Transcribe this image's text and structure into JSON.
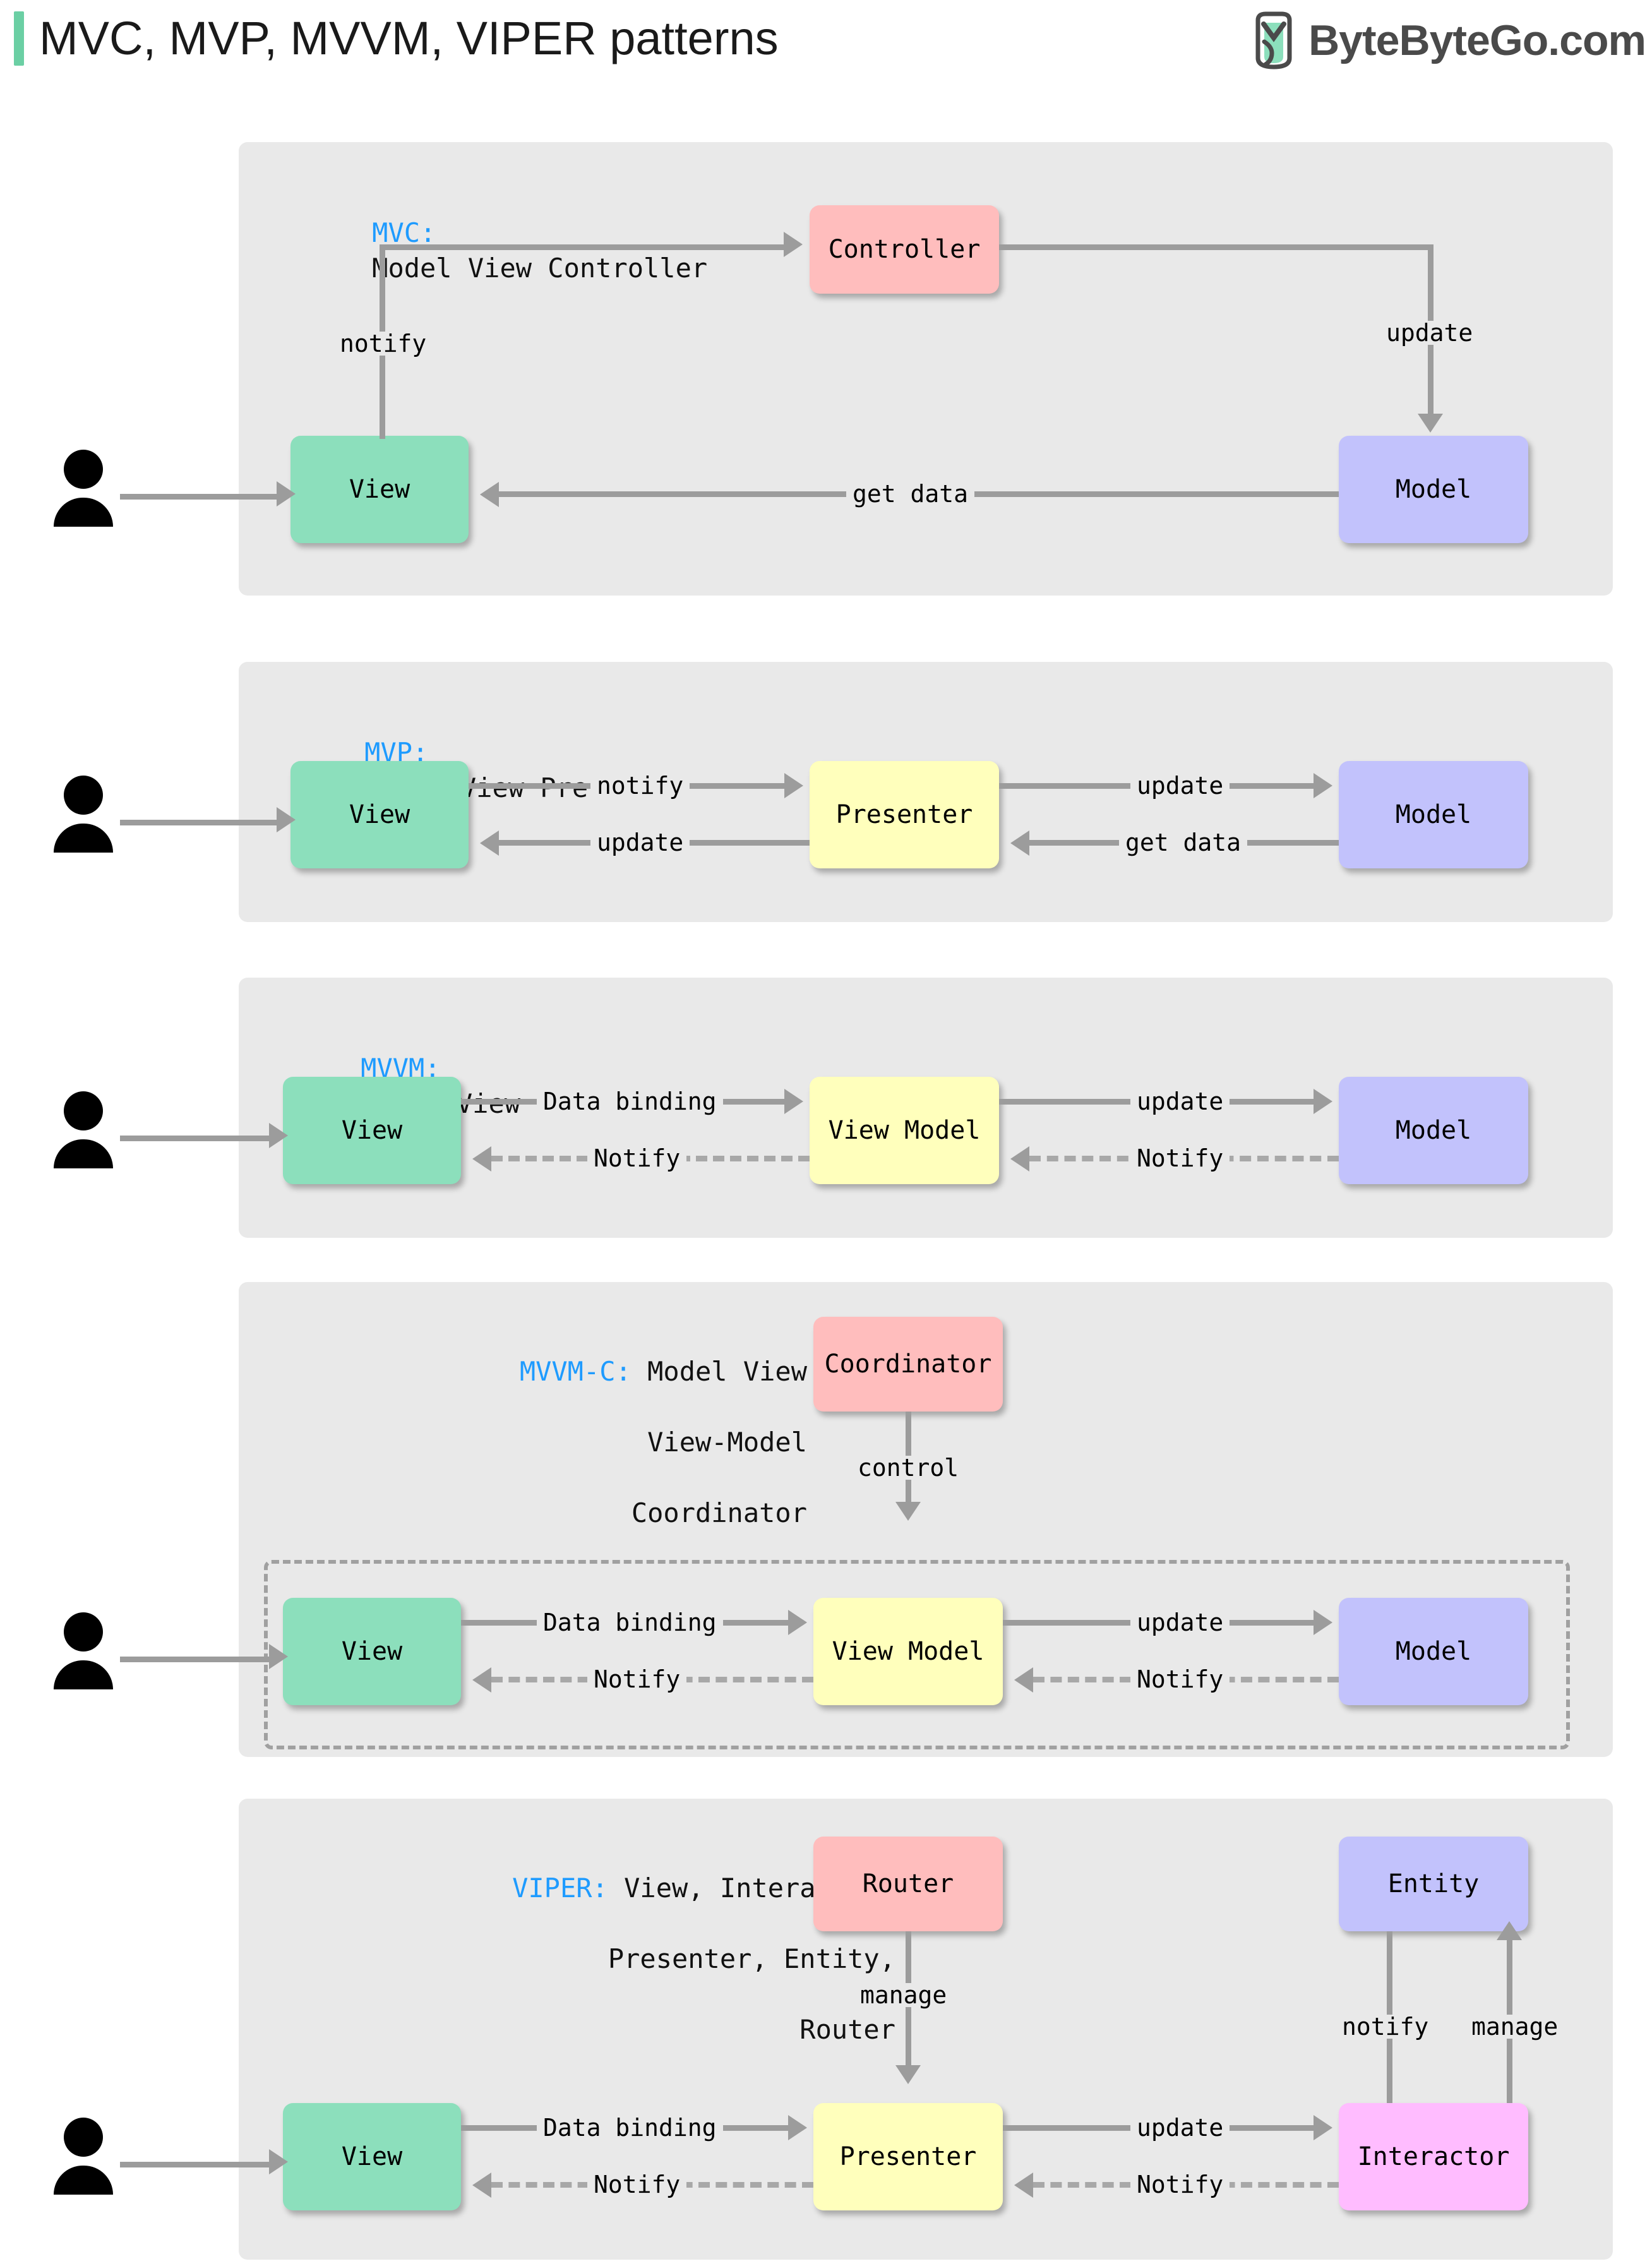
{
  "header": {
    "title": "MVC, MVP, MVVM, VIPER patterns",
    "brand": "ByteByteGo.com",
    "logo_icon": "bytebytego-leaf-icon",
    "accent_color": "#6BCFA4"
  },
  "colors": {
    "section_bg": "#E9E9E9",
    "view": "#8CDFBC",
    "model": "#C2C2FC",
    "controller": "#FFBDBD",
    "presenter": "#FFFFBC",
    "interactor": "#FFBCFF",
    "key_blue": "#1E9BFF",
    "connector_gray": "#9C9C9C"
  },
  "sections": [
    {
      "id": "mvc",
      "key": "MVC:",
      "expansion": "Model View Controller",
      "nodes": {
        "view": "View",
        "controller": "Controller",
        "model": "Model"
      },
      "edges": {
        "view_to_controller": "notify",
        "controller_to_model": "update",
        "model_to_view": "get data"
      }
    },
    {
      "id": "mvp",
      "key": "MVP:",
      "expansion": "Model View Presenter",
      "nodes": {
        "view": "View",
        "presenter": "Presenter",
        "model": "Model"
      },
      "edges": {
        "view_to_presenter": "notify",
        "presenter_to_view": "update",
        "presenter_to_model": "update",
        "model_to_presenter": "get data"
      }
    },
    {
      "id": "mvvm",
      "key": "MVVM:",
      "expansion": "Model View View-Model",
      "nodes": {
        "view": "View",
        "viewmodel": "View Model",
        "model": "Model"
      },
      "edges": {
        "view_to_viewmodel": "Data binding",
        "viewmodel_to_view": "Notify",
        "viewmodel_to_model": "update",
        "model_to_viewmodel": "Notify"
      }
    },
    {
      "id": "mvvmc",
      "key": "MVVM-C:",
      "expansion_lines": [
        "Model View",
        "View-Model",
        "Coordinator"
      ],
      "nodes": {
        "coordinator": "Coordinator",
        "view": "View",
        "viewmodel": "View Model",
        "model": "Model"
      },
      "edges": {
        "coordinator_to_group": "control",
        "view_to_viewmodel": "Data binding",
        "viewmodel_to_view": "Notify",
        "viewmodel_to_model": "update",
        "model_to_viewmodel": "Notify"
      }
    },
    {
      "id": "viper",
      "key": "VIPER:",
      "expansion_lines": [
        "View, Interactor,",
        "Presenter, Entity,",
        "Router"
      ],
      "nodes": {
        "router": "Router",
        "entity": "Entity",
        "view": "View",
        "presenter": "Presenter",
        "interactor": "Interactor"
      },
      "edges": {
        "router_to_presenter": "manage",
        "entity_to_interactor": "notify",
        "interactor_to_entity": "manage",
        "view_to_presenter": "Data binding",
        "presenter_to_view": "Notify",
        "presenter_to_interactor": "update",
        "interactor_to_presenter": "Notify"
      }
    }
  ],
  "actor_icon": "user-actor-icon"
}
